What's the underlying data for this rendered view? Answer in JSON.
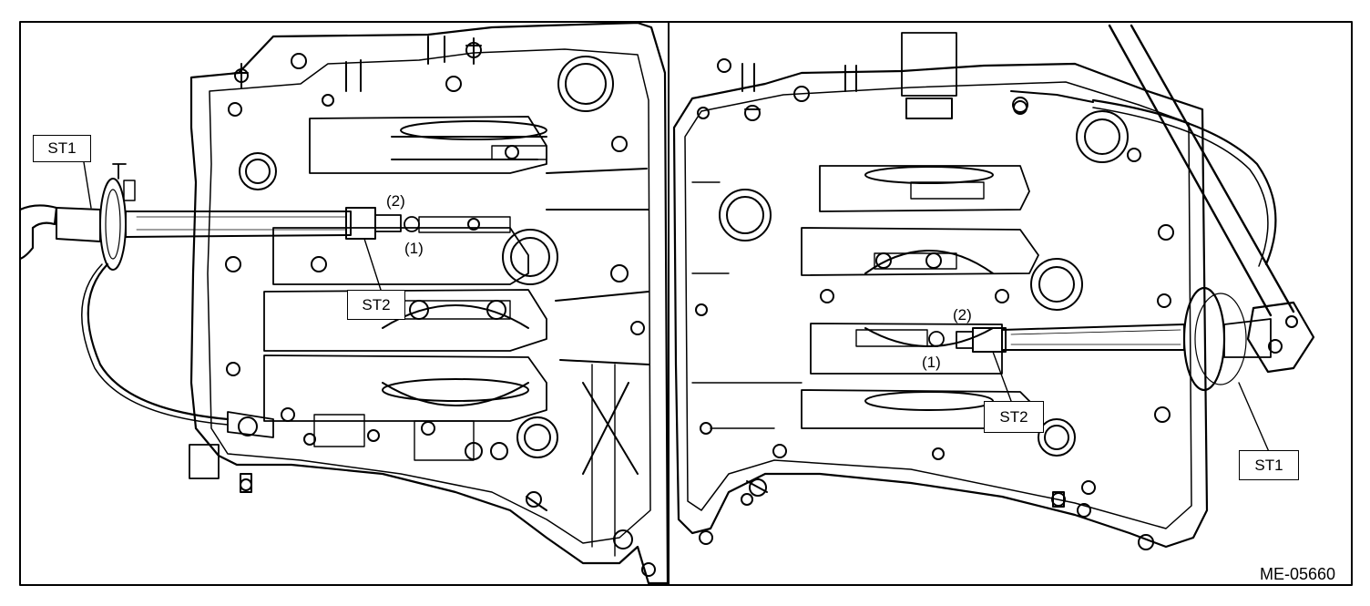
{
  "figure": {
    "code": "ME-05660",
    "left_panel": {
      "st1_label": "ST1",
      "st2_label": "ST2",
      "callout_2": "(2)",
      "callout_1": "(1)"
    },
    "right_panel": {
      "st1_label": "ST1",
      "st2_label": "ST2",
      "callout_2": "(2)",
      "callout_1": "(1)"
    }
  },
  "colors": {
    "line": "#000000",
    "background": "#ffffff"
  }
}
